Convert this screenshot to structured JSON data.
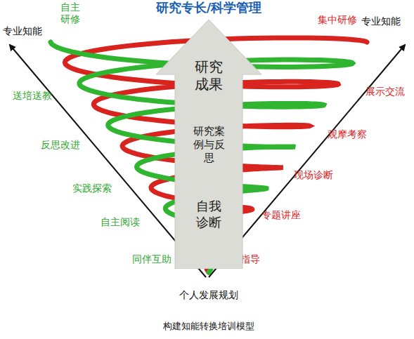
{
  "diagram": {
    "title": "研究专长/科学管理",
    "caption": "构建知能转换培训模型",
    "nodes": [
      {
        "text": [
          "研究成果",
          "研究案例与反思",
          "自我诊断"
        ]
      }
    ],
    "labels": [
      "专业知能",
      "自主研修",
      "集中研修",
      "专业知能",
      "送培送教",
      "展示交流",
      "反思改进",
      "观摩考察",
      "实践探索",
      "现场诊断",
      "自主阅读",
      "专题讲座",
      "同伴互助",
      "导师指导",
      "个人发展规划"
    ]
  }
}
